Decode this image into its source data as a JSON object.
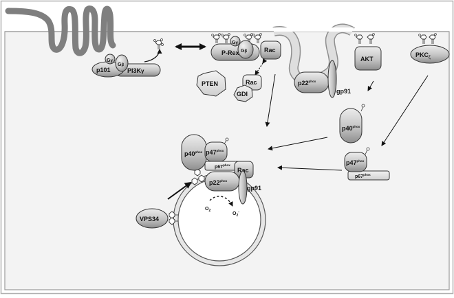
{
  "labels": {
    "p101": "p101",
    "pi3k": "PI3K",
    "gamma": "γ",
    "g": "G",
    "beta": "β",
    "prex": "P-Rex",
    "rac": "Rac",
    "pten": "PTEN",
    "gdi": "GDI",
    "p22": "p22",
    "phox": "phox",
    "gp91": "gp91",
    "akt": "AKT",
    "pkc": "PKC",
    "zeta": "ζ",
    "p40": "p40",
    "p47": "p47",
    "p67": "p67",
    "vps34": "VPS34",
    "o2": "O",
    "sub2": "2",
    "supminus": "-"
  },
  "colors": {
    "frame_border": "#b0b0b0",
    "cell_fill": "#f3f3f3",
    "membrane_line": "#9a9a9a",
    "protein_dark": "#8c8c8c",
    "protein_light": "#e8e8e8",
    "receptor": "#7f7f7f"
  }
}
